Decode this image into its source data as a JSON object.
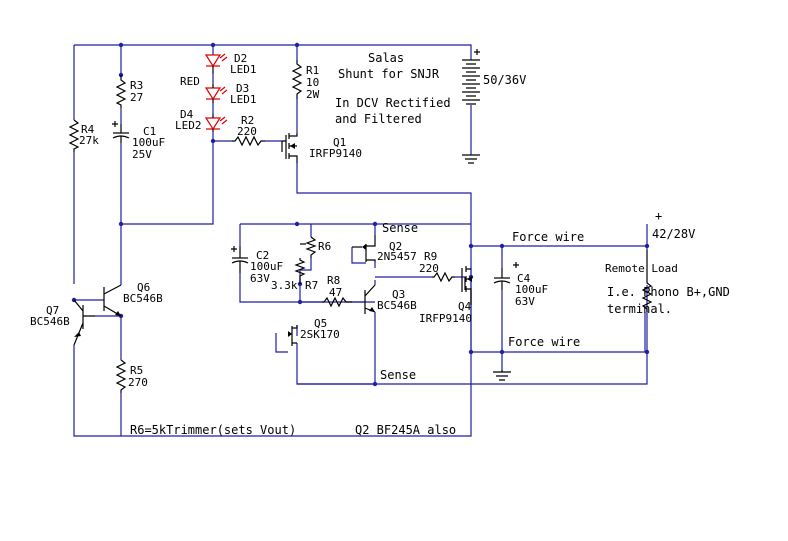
{
  "title": [
    "Salas",
    "Shunt for SNJR"
  ],
  "note": [
    "In DCV Rectified",
    "and Filtered"
  ],
  "supply": "50/36V",
  "out_plus": "+",
  "out_volt": "42/28V",
  "force_top": "Force wire",
  "force_bot": "Force wire",
  "sense_top": "Sense",
  "sense_bot": "Sense",
  "remote": [
    "Remote Load",
    "I.e. Phono B+,GND",
    "terminal."
  ],
  "footer_left": "R6=5kTrimmer(sets Vout)",
  "footer_right": "Q2 BF245A also",
  "red_label": "RED",
  "parts": {
    "D2": [
      "D2",
      "LED1"
    ],
    "D3": [
      "D3",
      "LED1"
    ],
    "D4": [
      "D4",
      "LED2"
    ],
    "R1": [
      "R1",
      "10",
      "2W"
    ],
    "R2": [
      "R2",
      "220"
    ],
    "R3": [
      "R3",
      "27"
    ],
    "R4": [
      "R4",
      "27k"
    ],
    "R5": [
      "R5",
      "270"
    ],
    "R6": [
      "R6"
    ],
    "R7": [
      "3.3k",
      "R7"
    ],
    "R8": [
      "R8",
      "47"
    ],
    "R9": [
      "R9",
      "220"
    ],
    "C1": [
      "C1",
      "100uF",
      "25V"
    ],
    "C2": [
      "C2",
      "100uF",
      "63V"
    ],
    "C4": [
      "C4",
      "100uF",
      "63V"
    ],
    "Q1": [
      "Q1",
      "IRFP9140"
    ],
    "Q2": [
      "Q2",
      "2N5457"
    ],
    "Q3": [
      "Q3",
      "BC546B"
    ],
    "Q4": [
      "Q4",
      "IRFP9140"
    ],
    "Q5": [
      "Q5",
      "2SK170"
    ],
    "Q6": [
      "Q6",
      "BC546B"
    ],
    "Q7": [
      "Q7",
      "BC546B"
    ]
  }
}
